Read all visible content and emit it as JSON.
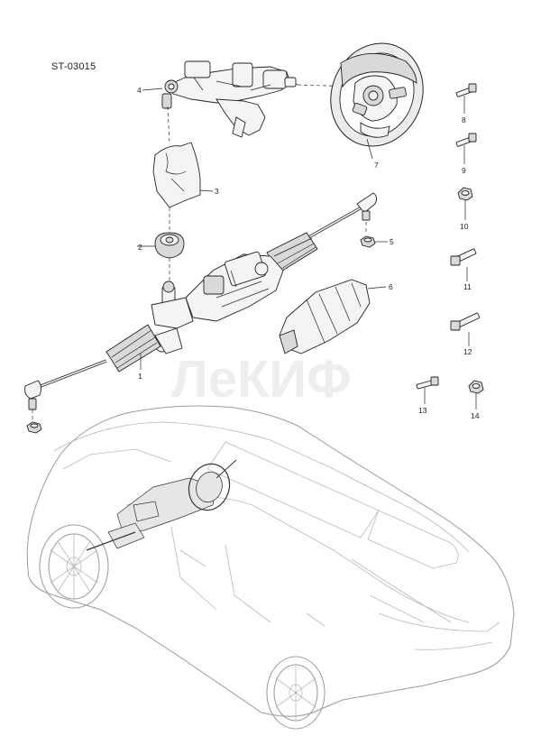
{
  "diagram": {
    "code": "ST-03015",
    "watermark": "ЛеКИФ",
    "callouts": [
      {
        "id": "1",
        "label": "1"
      },
      {
        "id": "2",
        "label": "2"
      },
      {
        "id": "3",
        "label": "3"
      },
      {
        "id": "4",
        "label": "4"
      },
      {
        "id": "5",
        "label": "5"
      },
      {
        "id": "6",
        "label": "6"
      },
      {
        "id": "7",
        "label": "7"
      },
      {
        "id": "8",
        "label": "8"
      },
      {
        "id": "9",
        "label": "9"
      },
      {
        "id": "10",
        "label": "10"
      },
      {
        "id": "11",
        "label": "11"
      },
      {
        "id": "12",
        "label": "12"
      },
      {
        "id": "13",
        "label": "13"
      },
      {
        "id": "14",
        "label": "14"
      }
    ]
  }
}
